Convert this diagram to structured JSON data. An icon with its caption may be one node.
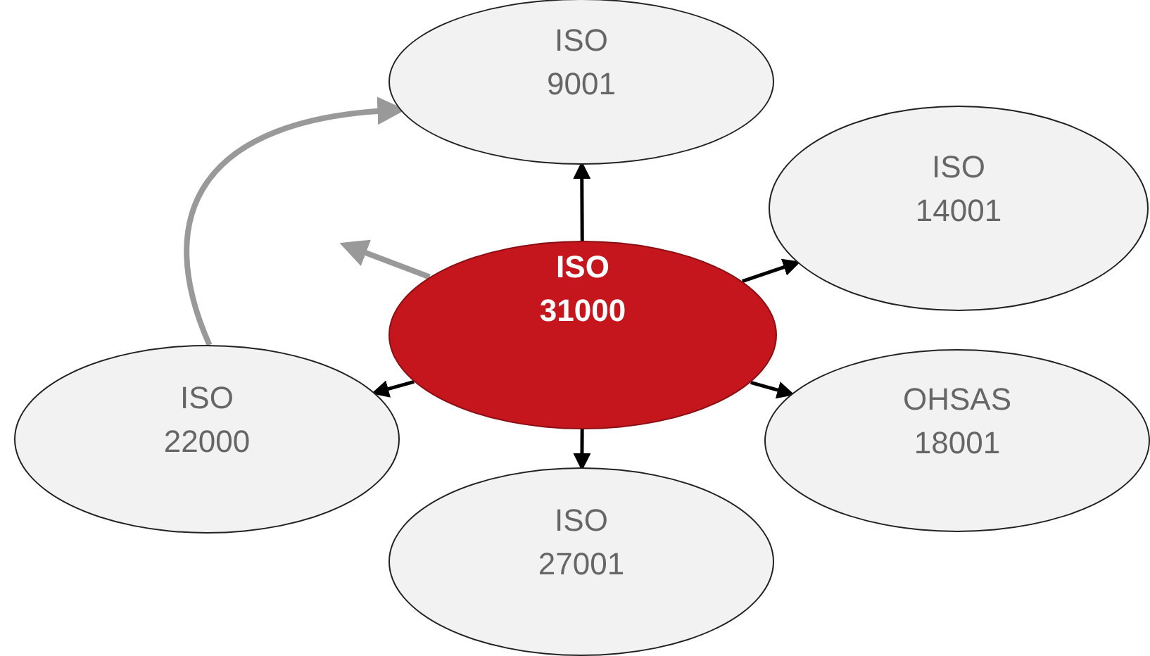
{
  "diagram": {
    "nodes": [
      {
        "text": [
          "ISO 31000"
        ]
      },
      {
        "text": [
          "ISO 9001"
        ]
      },
      {
        "text": [
          "ISO 14001"
        ]
      },
      {
        "text": [
          "OHSAS 18001"
        ]
      },
      {
        "text": [
          "ISO 27001"
        ]
      },
      {
        "text": [
          "ISO 22000"
        ]
      }
    ],
    "edges": [
      {
        "from": 0,
        "to": 1,
        "arrow": "to"
      },
      {
        "from": 0,
        "to": 2,
        "arrow": "to"
      },
      {
        "from": 0,
        "to": 3,
        "arrow": "to"
      },
      {
        "from": 0,
        "to": 4,
        "arrow": "to"
      },
      {
        "from": 0,
        "to": 5,
        "arrow": "to"
      },
      {
        "from": 0,
        "to": null,
        "arrow": "to",
        "color": "#999999"
      },
      {
        "from": 5,
        "to": 1,
        "arrow": "to",
        "color": "#999999"
      }
    ]
  }
}
